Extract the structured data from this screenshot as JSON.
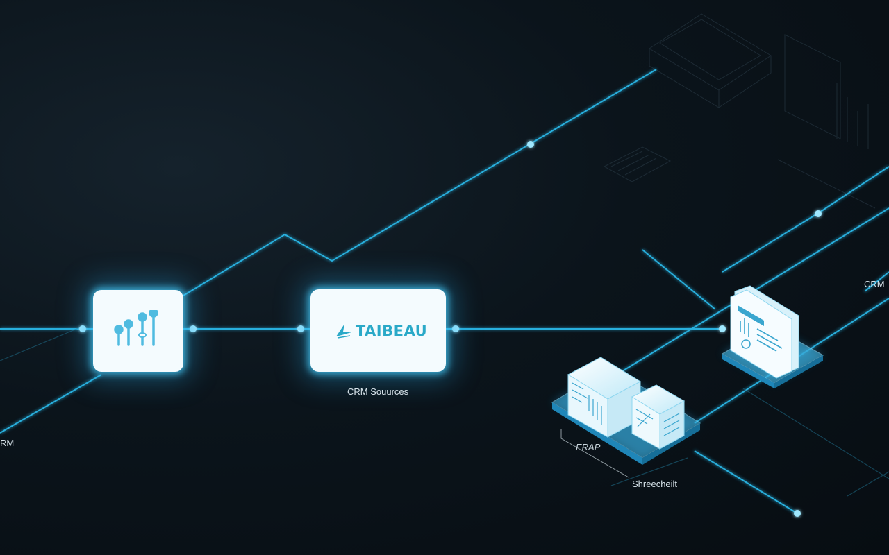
{
  "nodes": {
    "equalizer": {
      "icon": "sliders-icon"
    },
    "tableau": {
      "logo_text": "TAIBEAU",
      "icon": "tableau-bird-icon"
    }
  },
  "labels": {
    "crm_sources": "CRM Souurces",
    "crm_right": "CRM",
    "crm_left": "RM",
    "erap": "ERAP",
    "sheet": "Shreecheilt"
  },
  "colors": {
    "background": "#0b141b",
    "line": "#2ab8e8",
    "glow": "#46c8f5",
    "node_fill": "#f4fbfe",
    "accent": "#2aa9c8"
  }
}
